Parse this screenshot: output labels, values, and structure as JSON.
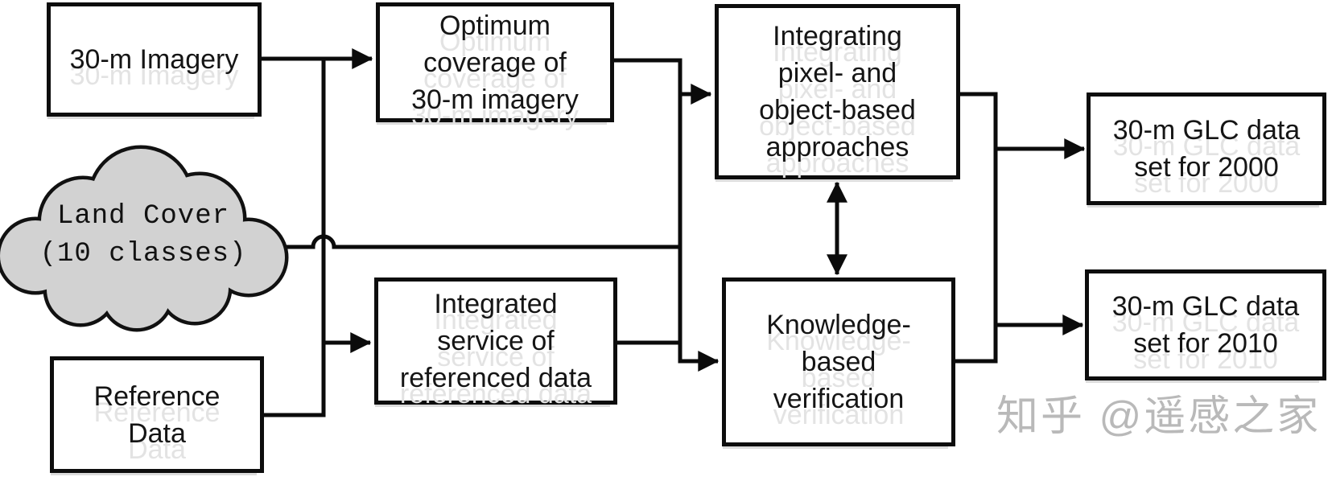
{
  "diagram": {
    "title_implied": "30-m global land cover mapping workflow",
    "nodes": {
      "imagery": {
        "label": "30-m Imagery",
        "shape": "rect"
      },
      "optimum": {
        "label": "Optimum\ncoverage of\n30-m imagery",
        "shape": "rect"
      },
      "integrating": {
        "label": "Integrating\npixel- and\nobject-based\napproaches",
        "shape": "rect"
      },
      "glc2000": {
        "label": "30-m GLC data\nset for 2000",
        "shape": "rect"
      },
      "cloud": {
        "label": "Land Cover\n(10 classes)",
        "shape": "cloud"
      },
      "service": {
        "label": "Integrated\nservice of\nreferenced data",
        "shape": "rect"
      },
      "knowledge": {
        "label": "Knowledge-\nbased\nverification",
        "shape": "rect"
      },
      "glc2010": {
        "label": "30-m GLC data\nset for 2010",
        "shape": "rect"
      },
      "reference": {
        "label": "Reference\nData",
        "shape": "rect"
      }
    },
    "edges": [
      "imagery -> optimum",
      "imagery/reference trunk -> service",
      "reference -> service",
      "cloud -> merge trunk (hops over imagery/reference trunk)",
      "optimum -> knowledge (trunk), branch -> integrating",
      "service -> knowledge",
      "integrating <-> knowledge (double arrow)",
      "integrating -> glc2000",
      "knowledge -> glc2010"
    ],
    "watermark": "知乎 @遥感之家",
    "colors": {
      "line": "#0b0b0b",
      "box_border": "#0d0d0d",
      "box_fill": "#ffffff",
      "cloud_fill": "#d2d2d2",
      "text": "#151515",
      "ghost_shadow": "#e3e3e3",
      "watermark": "#b9b9b9"
    }
  }
}
